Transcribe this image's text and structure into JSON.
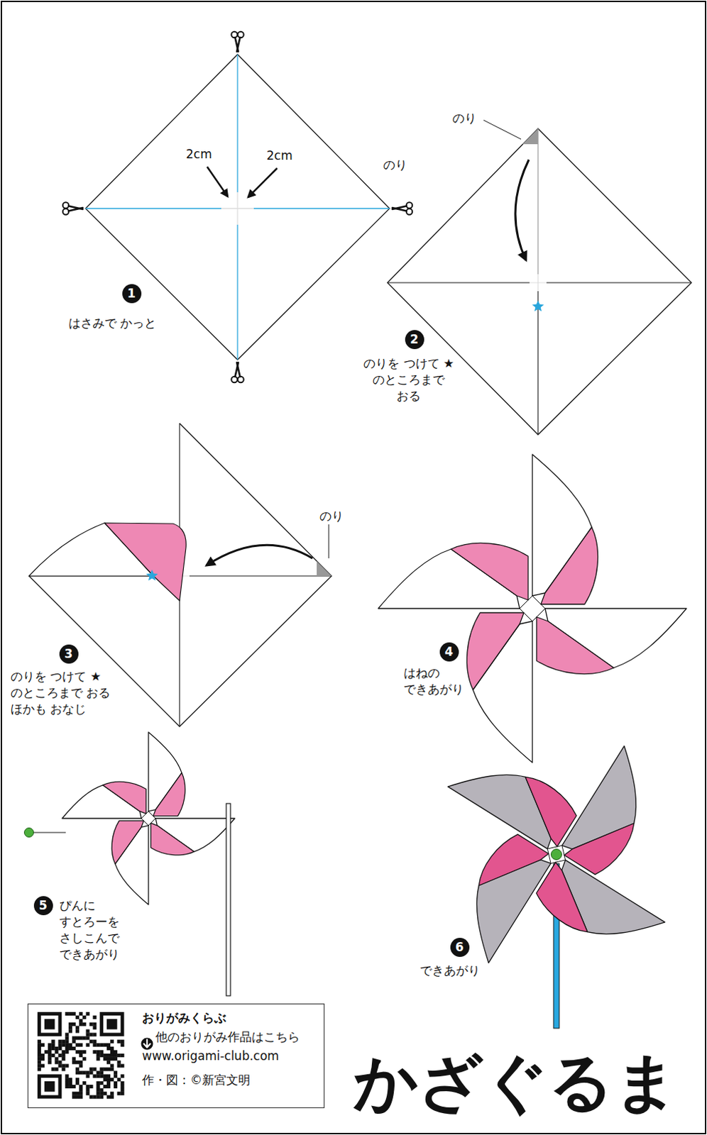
{
  "diagram": {
    "title": "かざぐるま",
    "nodes": [
      {
        "text": [
          "1"
        ]
      },
      {
        "text": [
          "2"
        ]
      },
      {
        "text": [
          "3"
        ]
      },
      {
        "text": [
          "4"
        ]
      },
      {
        "text": [
          "5"
        ]
      },
      {
        "text": [
          "6"
        ]
      },
      {
        "text": [
          "おりがみくらぶ",
          "他のおりがみ作品はこちら",
          "www.origami-club.com",
          "作・図：©新宮文明"
        ]
      }
    ],
    "labels": [
      "2cm",
      "2cm",
      "はさみで かっと",
      "のり",
      "のり",
      "のりを つけて ★のところまで おる",
      "のり",
      "のりを つけて ★のところまで おる ほかも おなじ",
      "はねの できあがり",
      "ぴんに すとろーを さしこんで できあがり",
      "できあがり"
    ]
  }
}
